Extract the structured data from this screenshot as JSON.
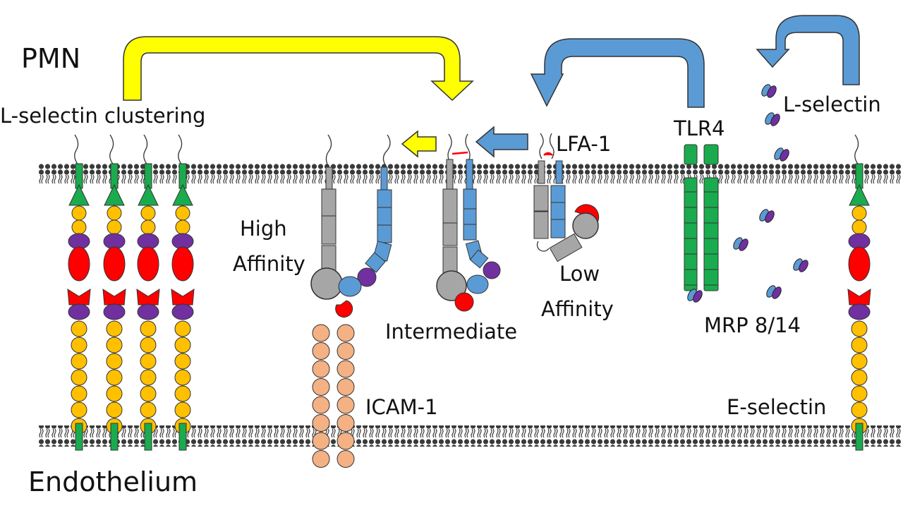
{
  "labels": {
    "pmn": "PMN",
    "endothelium": "Endothelium",
    "l_selectin_clustering": "L-selectin clustering",
    "l_selectin": "L-selectin",
    "lfa1": "LFA-1",
    "tlr4": "TLR4",
    "high_affinity": [
      "High",
      "Affinity"
    ],
    "intermediate": "Intermediate",
    "low_affinity": [
      "Low",
      "Affinity"
    ],
    "icam1": "ICAM-1",
    "mrp": "MRP 8/14",
    "e_selectin": "E-selectin"
  },
  "colors": {
    "yellow_arrow": "#ffff00",
    "blue_arrow": "#5b9bd5",
    "green": "#1aab4e",
    "gold": "#ffc000",
    "purple": "#7030a0",
    "red": "#ff0000",
    "gray": "#a6a6a6",
    "peach": "#f4b183",
    "membrane": "#333333"
  },
  "diagram": {
    "pmn_membrane_ligand_pairs": 4,
    "mrp_dimers_free": 8
  }
}
